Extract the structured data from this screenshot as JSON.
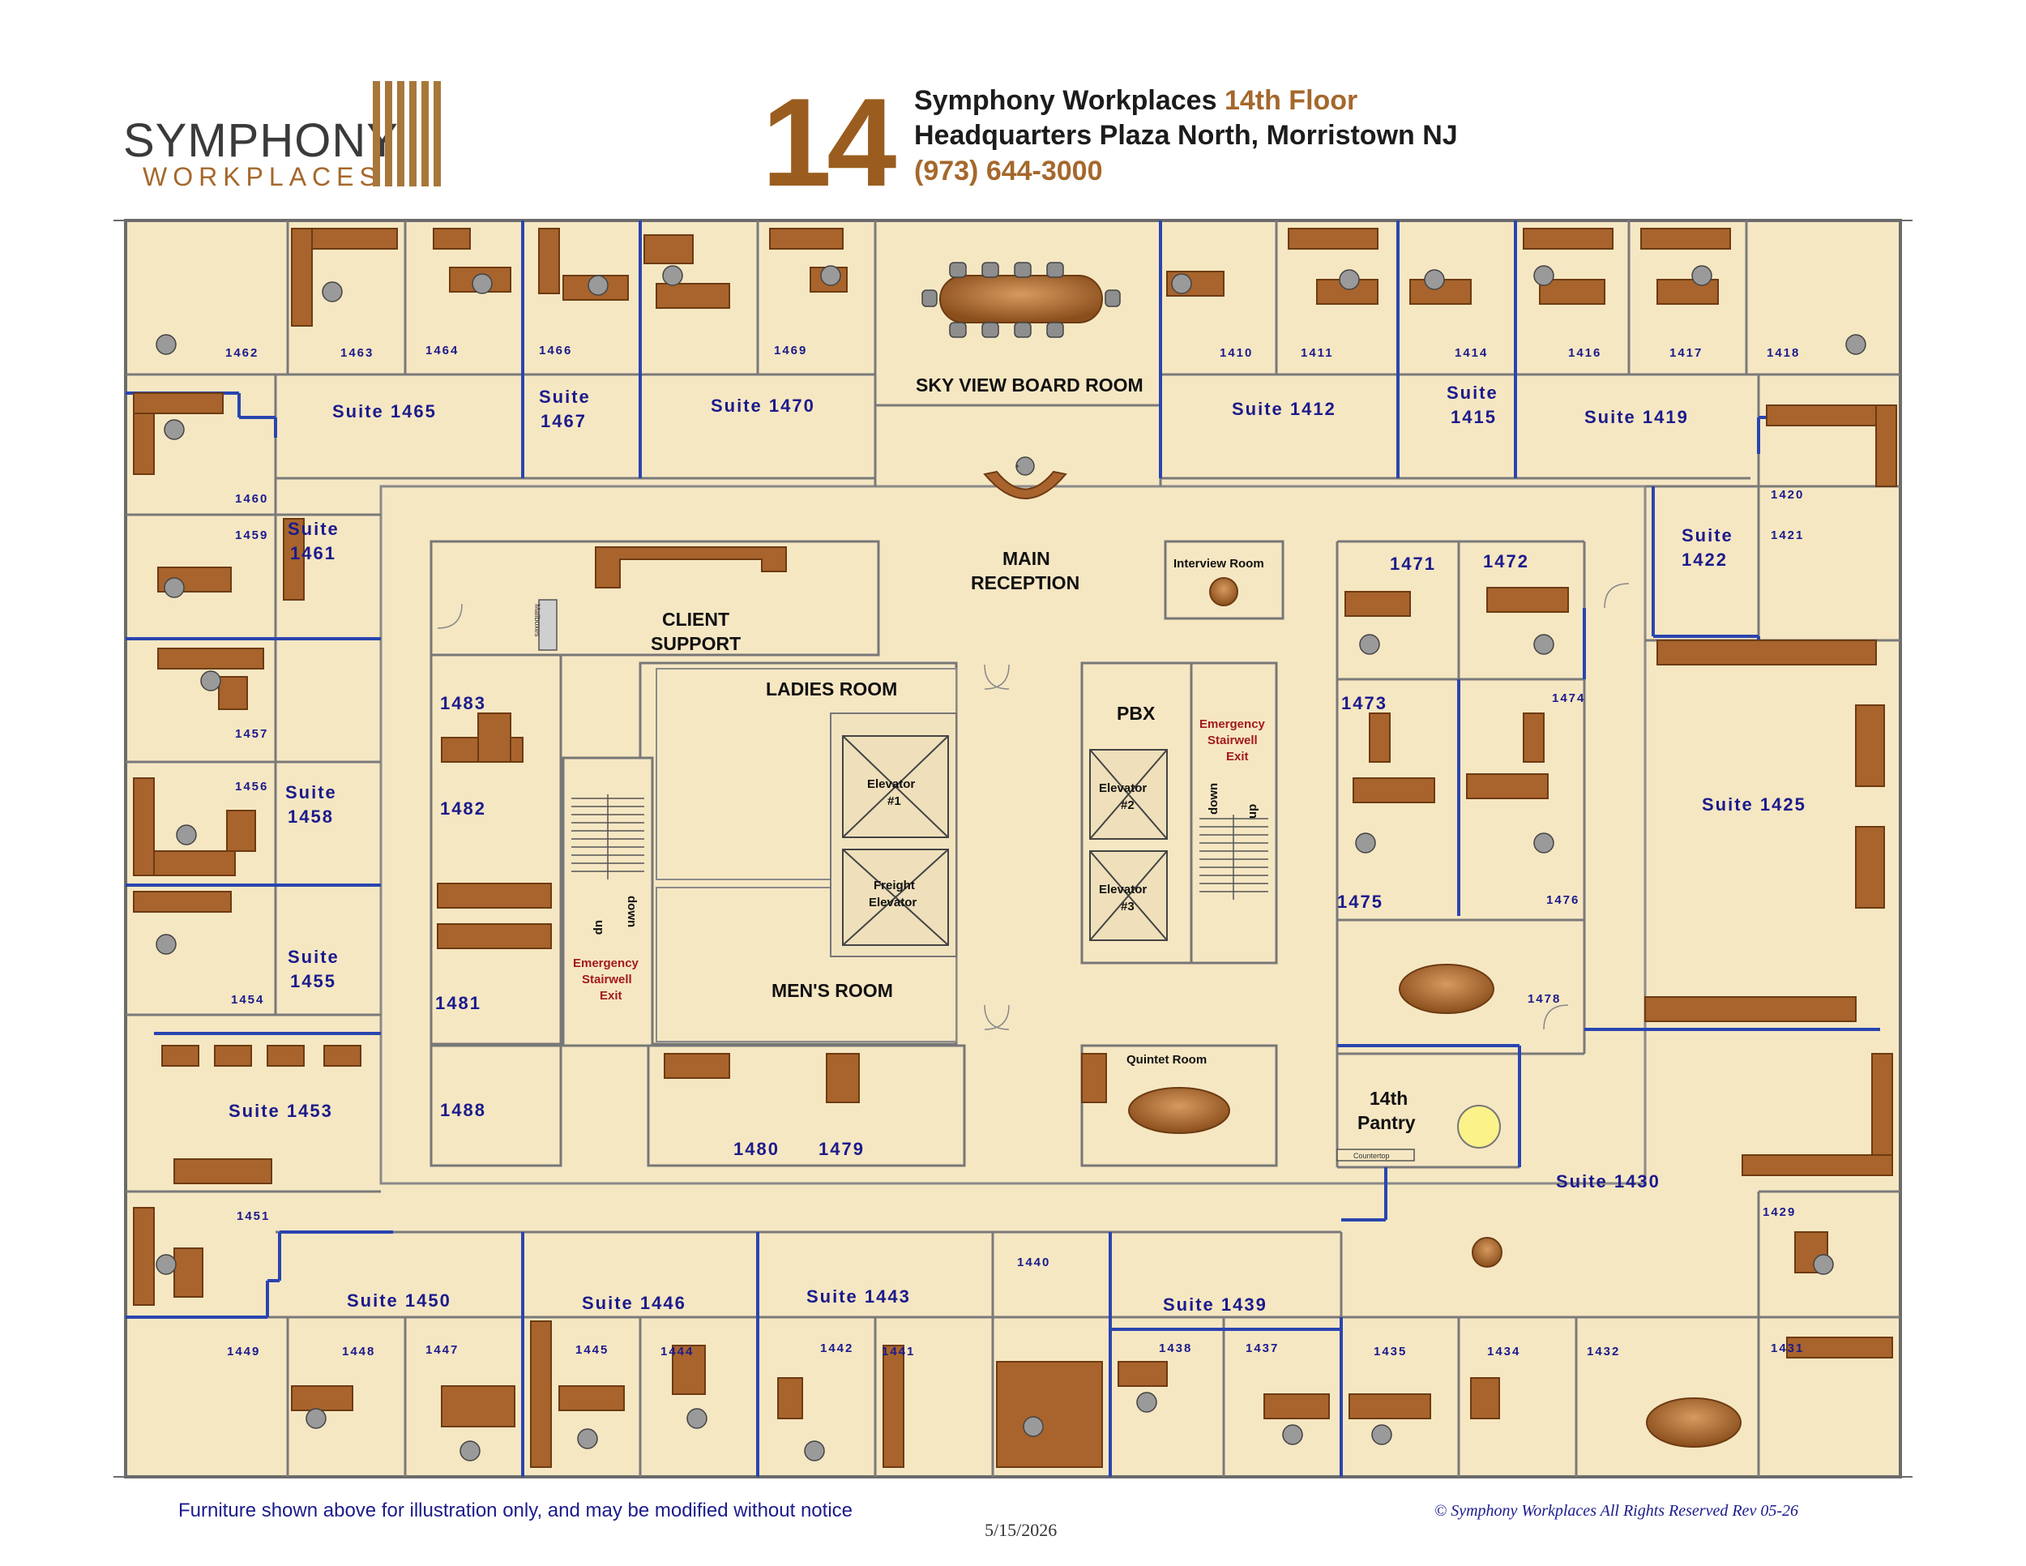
{
  "logo": {
    "line1": "SYMPHONY",
    "line2": "WORKPLACES"
  },
  "header": {
    "floor_number": "14",
    "company": "Symphony Workplaces",
    "floor_label": "14th Floor",
    "address": "Headquarters Plaza North, Morristown NJ",
    "phone": "(973) 644-3000"
  },
  "rooms": {
    "r1462": "1462",
    "r1463": "1463",
    "r1464": "1464",
    "r1466": "1466",
    "r1469": "1469",
    "r1410": "1410",
    "r1411": "1411",
    "r1414": "1414",
    "r1416": "1416",
    "r1417": "1417",
    "r1418": "1418",
    "r1460": "1460",
    "r1459": "1459",
    "r1457": "1457",
    "r1456": "1456",
    "r1454": "1454",
    "r1451": "1451",
    "r1420": "1420",
    "r1421": "1421",
    "r1474": "1474",
    "r1476": "1476",
    "r1478": "1478",
    "r1429": "1429",
    "r1449": "1449",
    "r1448": "1448",
    "r1447": "1447",
    "r1445": "1445",
    "r1444": "1444",
    "r1442": "1442",
    "r1441": "1441",
    "r1440": "1440",
    "r1438": "1438",
    "r1437": "1437",
    "r1435": "1435",
    "r1434": "1434",
    "r1432": "1432",
    "r1431": "1431",
    "r1483": "1483",
    "r1482": "1482",
    "r1481": "1481",
    "r1488": "1488",
    "r1480": "1480",
    "r1479": "1479",
    "r1471": "1471",
    "r1472": "1472",
    "r1473": "1473",
    "r1475": "1475"
  },
  "suites": {
    "s1465": "Suite 1465",
    "s1467a": "Suite",
    "s1467b": "1467",
    "s1470": "Suite 1470",
    "s1412": "Suite 1412",
    "s1415a": "Suite",
    "s1415b": "1415",
    "s1419": "Suite 1419",
    "s1461a": "Suite",
    "s1461b": "1461",
    "s1458a": "Suite",
    "s1458b": "1458",
    "s1455a": "Suite",
    "s1455b": "1455",
    "s1453": "Suite 1453",
    "s1422a": "Suite",
    "s1422b": "1422",
    "s1425": "Suite 1425",
    "s1430": "Suite 1430",
    "s1450": "Suite 1450",
    "s1446": "Suite 1446",
    "s1443": "Suite 1443",
    "s1439": "Suite 1439"
  },
  "labels": {
    "boardroom": "SKY VIEW BOARD ROOM",
    "main1": "MAIN",
    "main2": "RECEPTION",
    "client1": "CLIENT",
    "client2": "SUPPORT",
    "interview": "Interview Room",
    "ladies": "LADIES ROOM",
    "mens": "MEN'S ROOM",
    "pbx": "PBX",
    "elev1a": "Elevator",
    "elev1b": "#1",
    "freight1": "Freight",
    "freight2": "Elevator",
    "elev2a": "Elevator",
    "elev2b": "#2",
    "elev3a": "Elevator",
    "elev3b": "#3",
    "emerg_l1": "Emergency",
    "emerg_l2": "Stairwell",
    "emerg_l3": "Exit",
    "emerg_r1": "Emergency",
    "emerg_r2": "Stairwell",
    "emerg_r3": "Exit",
    "up": "up",
    "down": "down",
    "quintet": "Quintet Room",
    "pantry1": "14th",
    "pantry2": "Pantry",
    "countertop": "Countertop",
    "mailboxes": "Mailboxes"
  },
  "footer": {
    "note": "Furniture shown above for illustration only, and may be modified without notice",
    "date": "5/15/2026",
    "copyright": "© Symphony Workplaces All Rights Reserved Rev 05-26"
  },
  "colors": {
    "floor": "#f6e7c3",
    "wall": "#777777",
    "suite_wall": "#2a45b0",
    "desk": "#a8642c",
    "brand": "#a5682c"
  }
}
